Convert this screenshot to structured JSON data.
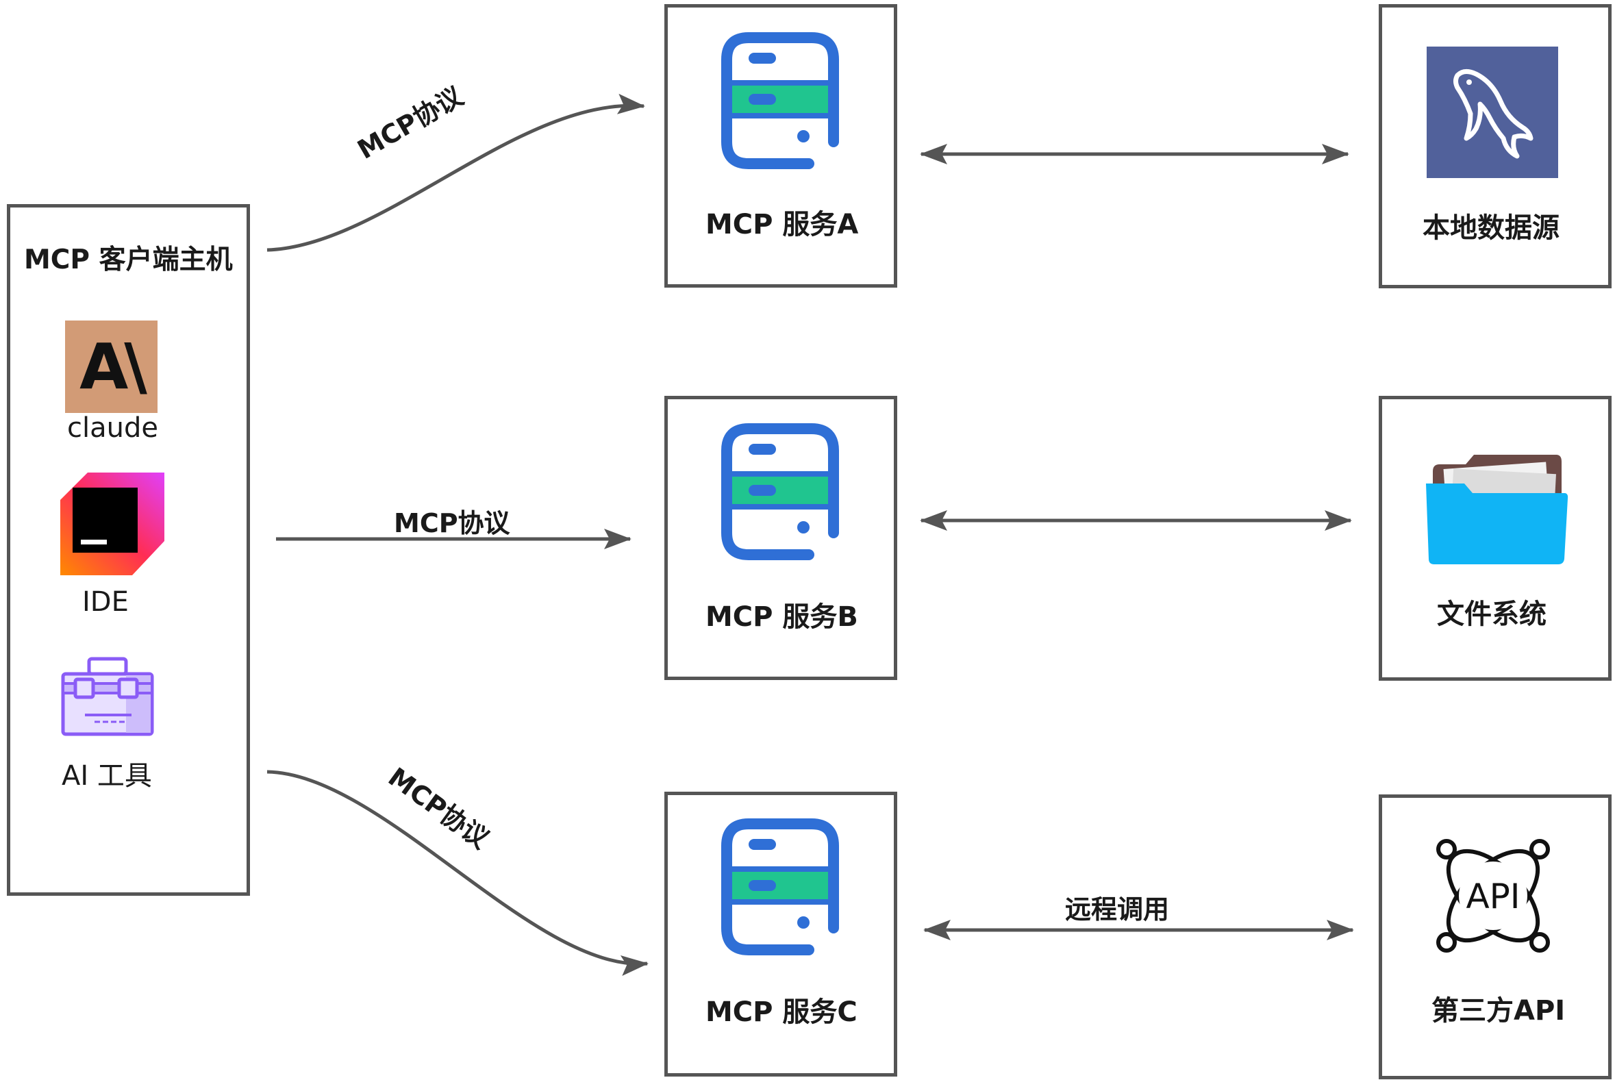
{
  "client": {
    "title": "MCP 客户端主机",
    "items": [
      {
        "label": "claude",
        "icon": "claude-logo-icon",
        "logo_text": "A\\"
      },
      {
        "label": "IDE",
        "icon": "ide-logo-icon"
      },
      {
        "label": "AI 工具",
        "icon": "toolbox-icon"
      }
    ]
  },
  "protocol_labels": [
    "MCP协议",
    "MCP协议",
    "MCP协议"
  ],
  "servers": [
    {
      "label": "MCP 服务A",
      "icon": "server-icon"
    },
    {
      "label": "MCP 服务B",
      "icon": "server-icon"
    },
    {
      "label": "MCP 服务C",
      "icon": "server-icon"
    }
  ],
  "links": [
    "",
    "",
    "远程调用"
  ],
  "sources": [
    {
      "label": "本地数据源",
      "icon": "mysql-dolphin-icon"
    },
    {
      "label": "文件系统",
      "icon": "folder-icon"
    },
    {
      "label": "第三方API",
      "icon": "api-icon",
      "icon_text": "API"
    }
  ],
  "colors": {
    "border": "#555555",
    "server_blue": "#2f6fd6",
    "server_green": "#20c58f",
    "claude_bg": "#d29b76",
    "mysql_bg": "#51619b",
    "folder_blue": "#10b4f5",
    "toolbox_purple": "#8a5cf6"
  }
}
